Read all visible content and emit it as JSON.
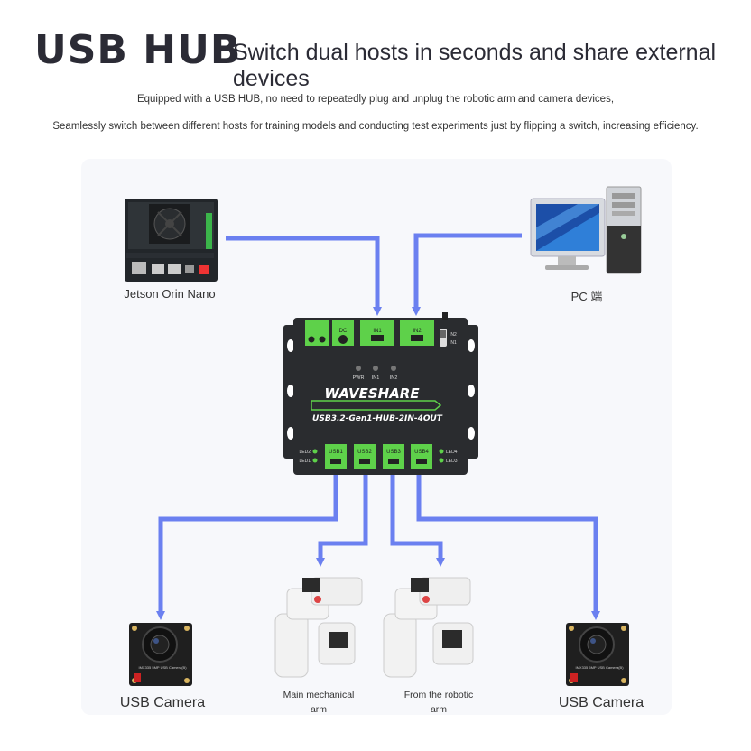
{
  "header": {
    "title": "USB HUB",
    "subtitle": "Switch dual hosts in seconds and share external devices",
    "line1": "Equipped with a USB HUB, no need to repeatedly plug and unplug the robotic arm and camera devices,",
    "line2": "Seamlessly switch between different hosts for training models and conducting test experiments just by flipping a switch, increasing efficiency."
  },
  "hosts": {
    "left": "Jetson Orin Nano",
    "right": "PC 端"
  },
  "hub": {
    "brand": "WAVESHARE",
    "model": "USB3.2-Gen1-HUB-2IN-4OUT",
    "in1": "IN1",
    "in2": "IN2",
    "dc": "DC",
    "pwr": "PWR",
    "led_in1": "IN1",
    "led_in2": "IN2",
    "sw_in2": "IN2",
    "sw_in1": "IN1",
    "usb1": "USB1",
    "usb2": "USB2",
    "usb3": "USB3",
    "usb4": "USB4",
    "led1": "LED1",
    "led2": "LED2",
    "led3": "LED3",
    "led4": "LED4"
  },
  "devices": {
    "cam_left": "USB Camera",
    "arm_main_1": "Main mechanical",
    "arm_main_2": "arm",
    "arm_follow_1": "From the robotic",
    "arm_follow_2": "arm",
    "cam_right": "USB Camera",
    "cam_board_text": "IMX335 5MP USB Camera(B)"
  },
  "colors": {
    "arrow": "#6b80f0",
    "hub_body": "#2a2c2f",
    "port_green": "#5ed14a"
  }
}
